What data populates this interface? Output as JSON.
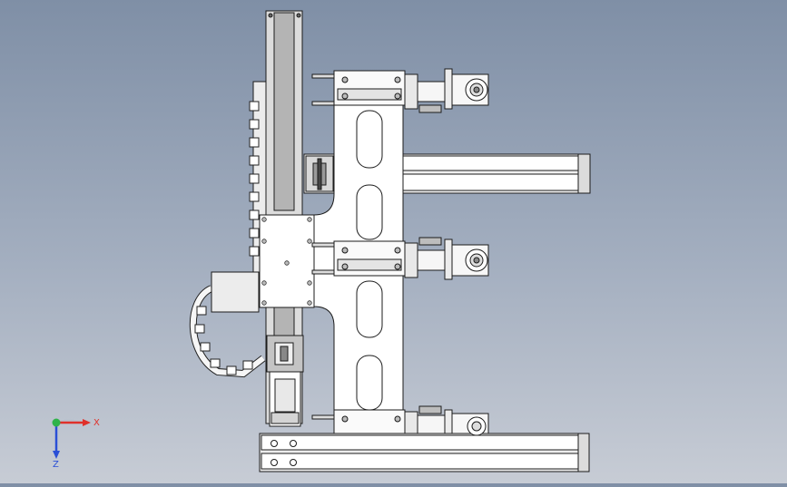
{
  "viewport": {
    "background_top": "#7f8fa6",
    "background_bottom": "#c7ccd5",
    "model": "gantry-gripper-assembly"
  },
  "triad": {
    "x_label": "X",
    "z_label": "Z",
    "x_color": "#e0302a",
    "y_color": "#2fb34a",
    "z_color": "#2a4fd6"
  }
}
